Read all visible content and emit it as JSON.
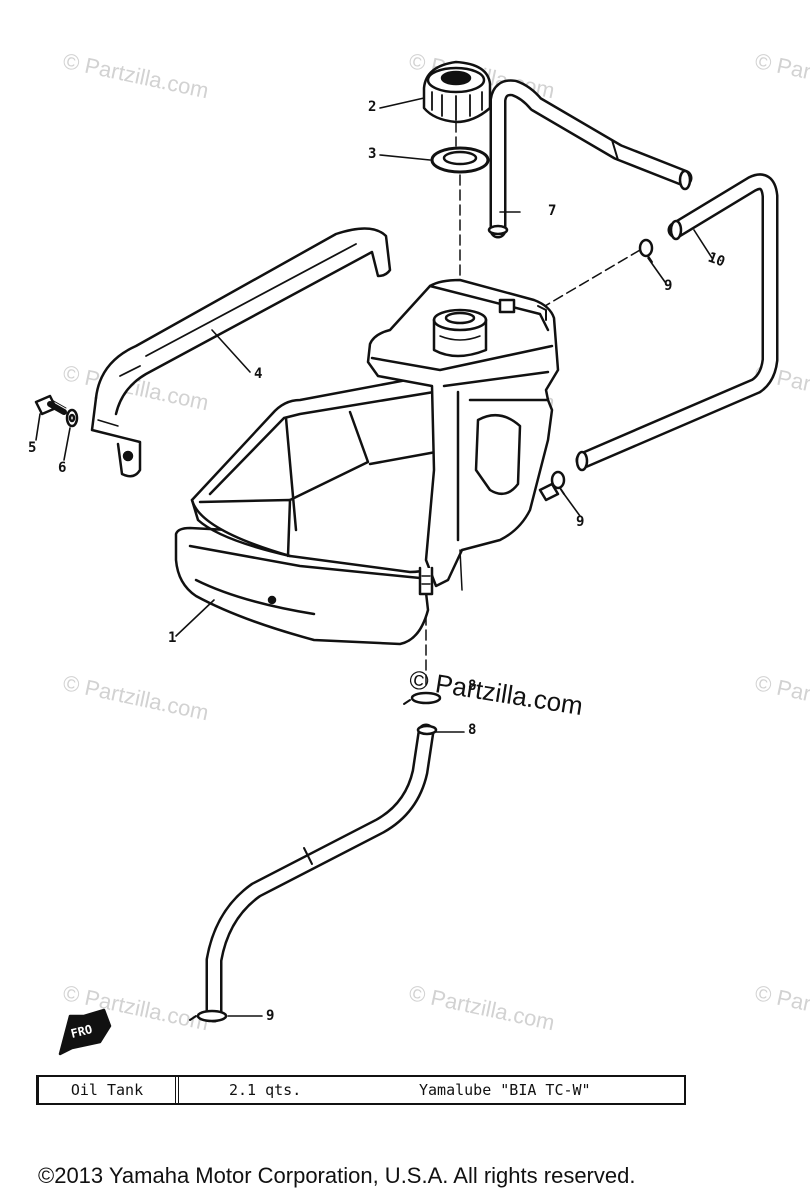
{
  "watermarks": {
    "text": "© Partzilla.com",
    "center_text": "© Partzilla.com"
  },
  "callouts": {
    "part_1": "1",
    "part_2": "2",
    "part_3": "3",
    "part_4": "4",
    "part_5": "5",
    "part_6": "6",
    "part_7": "7",
    "part_8_upper": "8",
    "part_8_lower": "8",
    "part_9_right_upper": "9",
    "part_9_right_lower": "9",
    "part_9_bottom": "9",
    "part_10": "10"
  },
  "front_marker": "FRO",
  "spec_table": {
    "name": "Oil Tank",
    "capacity": "2.1 qts.",
    "lubricant": "Yamalube \"BIA TC-W\""
  },
  "footer": {
    "copyright": "©2013 Yamaha Motor Corporation, U.S.A. All rights reserved."
  }
}
